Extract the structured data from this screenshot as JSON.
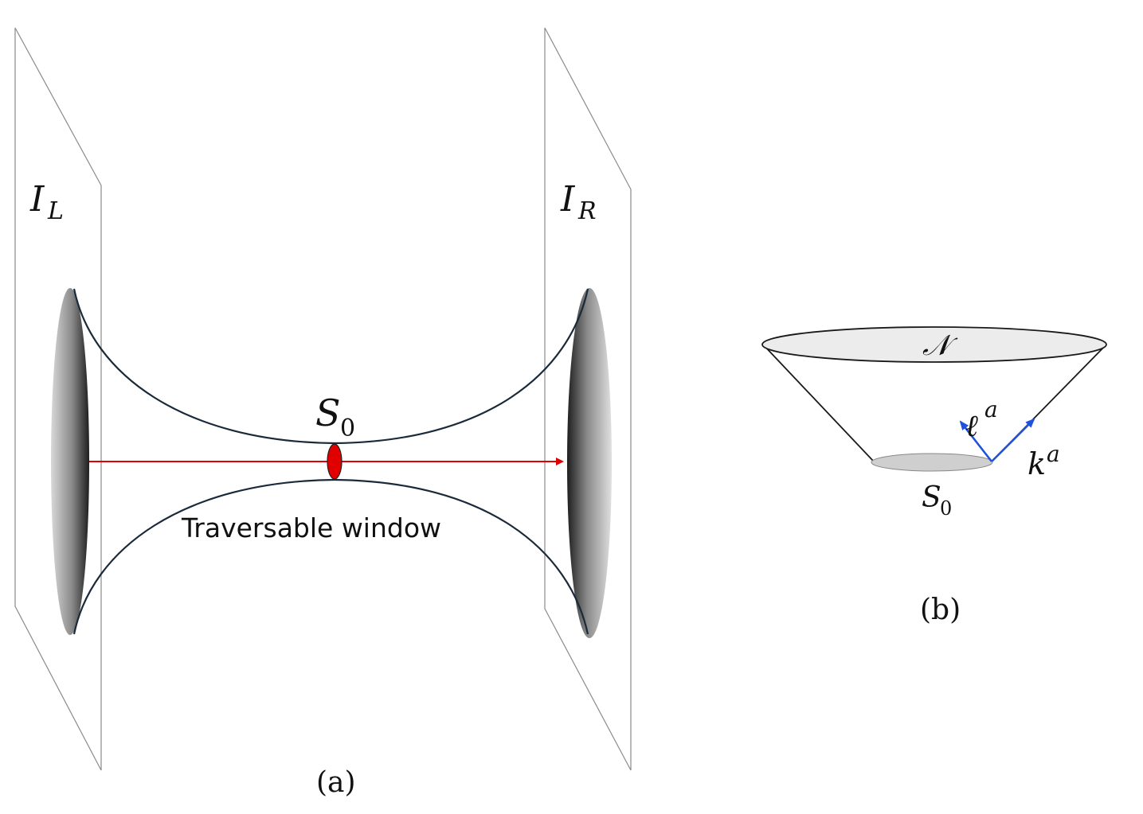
{
  "panel_a": {
    "left_label": "I",
    "left_sub": "L",
    "right_label": "I",
    "right_sub": "R",
    "surface_label": "S",
    "surface_sub": "0",
    "window_caption": "Traversable window",
    "caption": "(a)"
  },
  "panel_b": {
    "top_label": "𝒩",
    "ell_label": "ℓ",
    "ell_sup": "a",
    "k_label": "k",
    "k_sup": "a",
    "surface_label": "S",
    "surface_sub": "0",
    "caption": "(b)"
  },
  "colors": {
    "arrow_red": "#e00000",
    "null_vector_blue": "#2050e0",
    "throat_stroke": "#1a2a3a"
  }
}
